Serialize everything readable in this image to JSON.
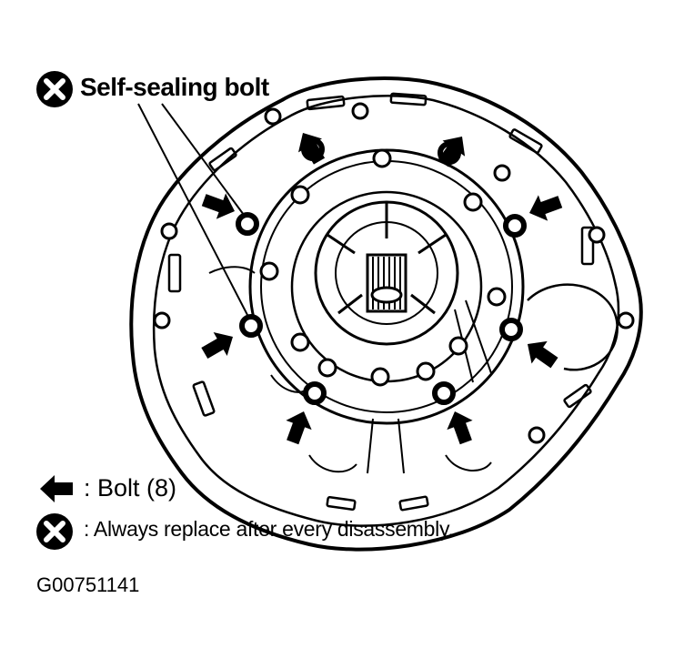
{
  "callout": {
    "label": "Self-sealing bolt"
  },
  "legend": {
    "bolt_text": ": Bolt (8)",
    "replace_text": ": Always replace after every disassembly."
  },
  "figure": {
    "id": "G00751141"
  },
  "icons": {
    "self_sealing": "x-circle-icon",
    "bolt_marker": "arrow-left-icon"
  },
  "colors": {
    "ink": "#000000",
    "paper": "#ffffff"
  }
}
